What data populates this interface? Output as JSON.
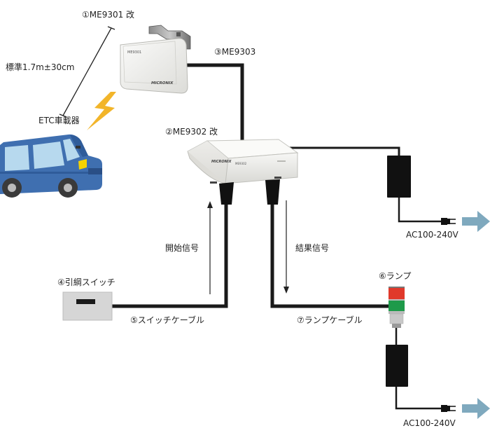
{
  "labels": {
    "antenna": "①ME9301 改",
    "height": "標準1.7m±30cm",
    "etc": "ETC車載器",
    "cable3": "③ME9303",
    "controller": "②ME9302 改",
    "start_signal": "開始信号",
    "result_signal": "結果信号",
    "switch": "④引綱スイッチ",
    "switch_cable": "⑤スイッチケーブル",
    "lamp_cable": "⑦ランプケーブル",
    "lamp": "⑥ランプ",
    "ac_top": "AC100-240V",
    "ac_bottom": "AC100-240V"
  },
  "devices": {
    "antenna_brand": "MICRONIX",
    "antenna_model": "ME9301",
    "controller_brand": "MICRONIX",
    "controller_model": "ME9302"
  },
  "colors": {
    "cable": "#1a1a1a",
    "arrow": "#7fa9be",
    "car_body": "#3f6fb0",
    "car_window": "#b7d9ee",
    "bolt": "#f2b52a",
    "lamp_red": "#e0392b",
    "lamp_green": "#1e9a4a",
    "switch_box": "#d6d6d6",
    "device_body": "#f1f1ef"
  }
}
